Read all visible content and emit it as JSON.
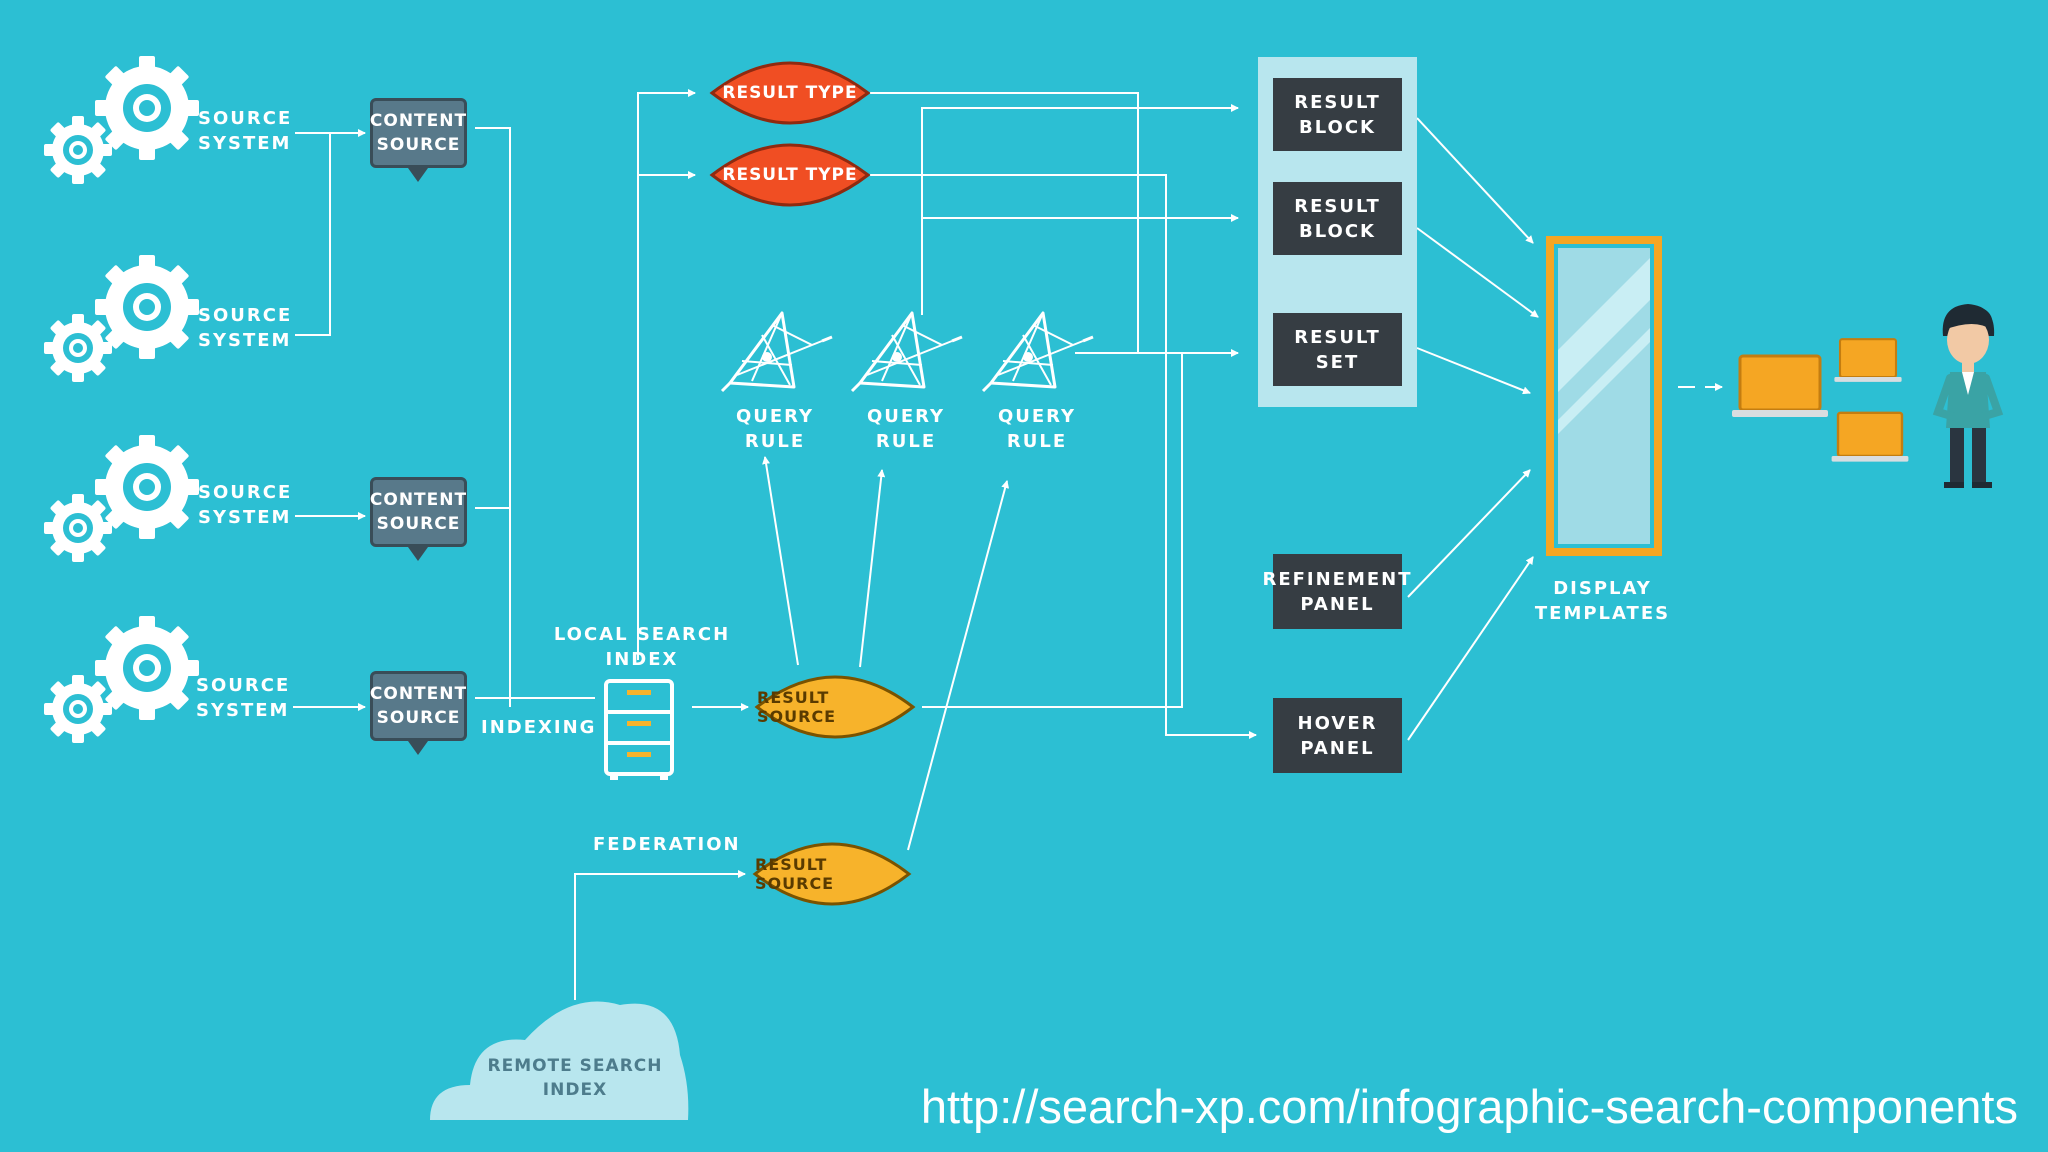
{
  "source_systems": [
    "SOURCE\nSYSTEM",
    "SOURCE\nSYSTEM",
    "SOURCE\nSYSTEM",
    "SOURCE\nSYSTEM"
  ],
  "content_sources": [
    "CONTENT\nSOURCE",
    "CONTENT\nSOURCE",
    "CONTENT\nSOURCE"
  ],
  "indexing_label": "INDEXING",
  "local_index_label": "LOCAL SEARCH\nINDEX",
  "federation_label": "FEDERATION",
  "remote_index_label": "REMOTE SEARCH\nINDEX",
  "result_types": [
    "RESULT TYPE",
    "RESULT TYPE"
  ],
  "query_rules": [
    "QUERY RULE",
    "QUERY RULE",
    "QUERY RULE"
  ],
  "result_sources": [
    "RESULT SOURCE",
    "RESULT SOURCE"
  ],
  "panel_items": [
    "RESULT\nBLOCK",
    "RESULT\nBLOCK",
    "RESULT\nSET"
  ],
  "refinement_panel": "REFINEMENT\nPANEL",
  "hover_panel": "HOVER\nPANEL",
  "display_templates_label": "DISPLAY\nTEMPLATES",
  "url": "http://search-xp.com/infographic-search-components",
  "colors": {
    "background": "#2cbfd3",
    "result_type": "#f04e23",
    "result_source": "#f7b32b",
    "dark_box": "#363d43",
    "template_frame": "#f5a623",
    "content_source": "#58798a"
  },
  "icons": [
    "gear-icon",
    "server-cabinet-icon",
    "cloud-icon",
    "network-triangle-icon",
    "laptop-icon",
    "person-icon"
  ]
}
